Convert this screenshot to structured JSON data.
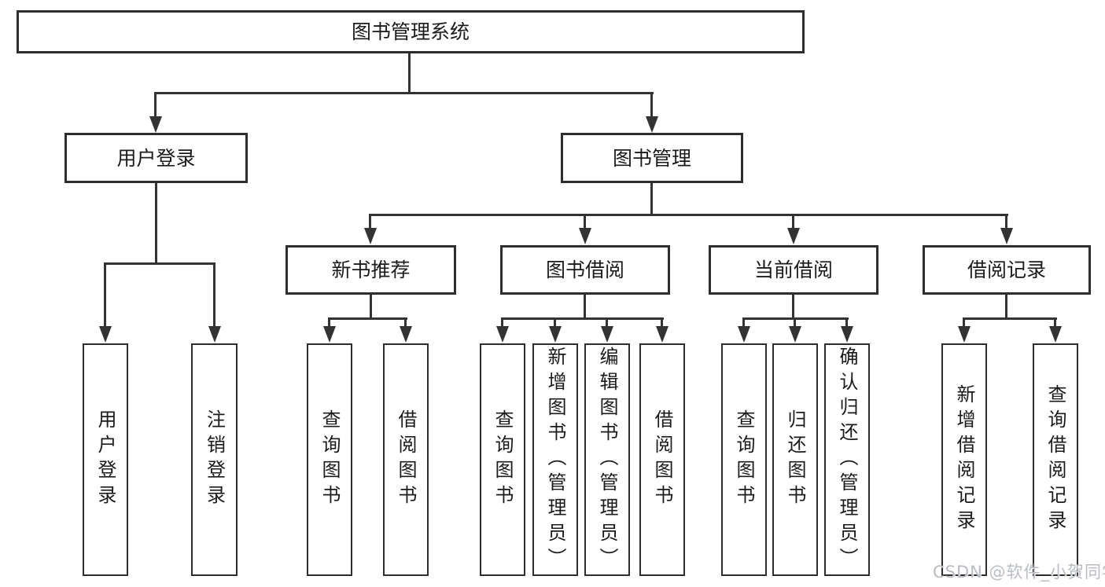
{
  "title": "图书管理系统",
  "watermark": "CSDN @软件_小贺同学",
  "colors": {
    "line": "#333333",
    "border": "#2d2d2d",
    "text": "#1b1b1b",
    "background": "#ffffff",
    "watermark": "#b9bdc2"
  },
  "diagram": {
    "type": "tree",
    "root": {
      "label": "图书管理系统",
      "children": [
        {
          "label": "用户登录",
          "children": [
            {
              "label": "用户登录"
            },
            {
              "label": "注销登录"
            }
          ]
        },
        {
          "label": "图书管理",
          "children": [
            {
              "label": "新书推荐",
              "children": [
                {
                  "label": "查询图书"
                },
                {
                  "label": "借阅图书"
                }
              ]
            },
            {
              "label": "图书借阅",
              "children": [
                {
                  "label": "查询图书"
                },
                {
                  "label": "新增图书（管理员）"
                },
                {
                  "label": "编辑图书（管理员）"
                },
                {
                  "label": "借阅图书"
                }
              ]
            },
            {
              "label": "当前借阅",
              "children": [
                {
                  "label": "查询图书"
                },
                {
                  "label": "归还图书"
                },
                {
                  "label": "确认归还（管理员）"
                }
              ]
            },
            {
              "label": "借阅记录",
              "children": [
                {
                  "label": "新增借阅记录"
                },
                {
                  "label": "查询借阅记录"
                }
              ]
            }
          ]
        }
      ]
    }
  }
}
